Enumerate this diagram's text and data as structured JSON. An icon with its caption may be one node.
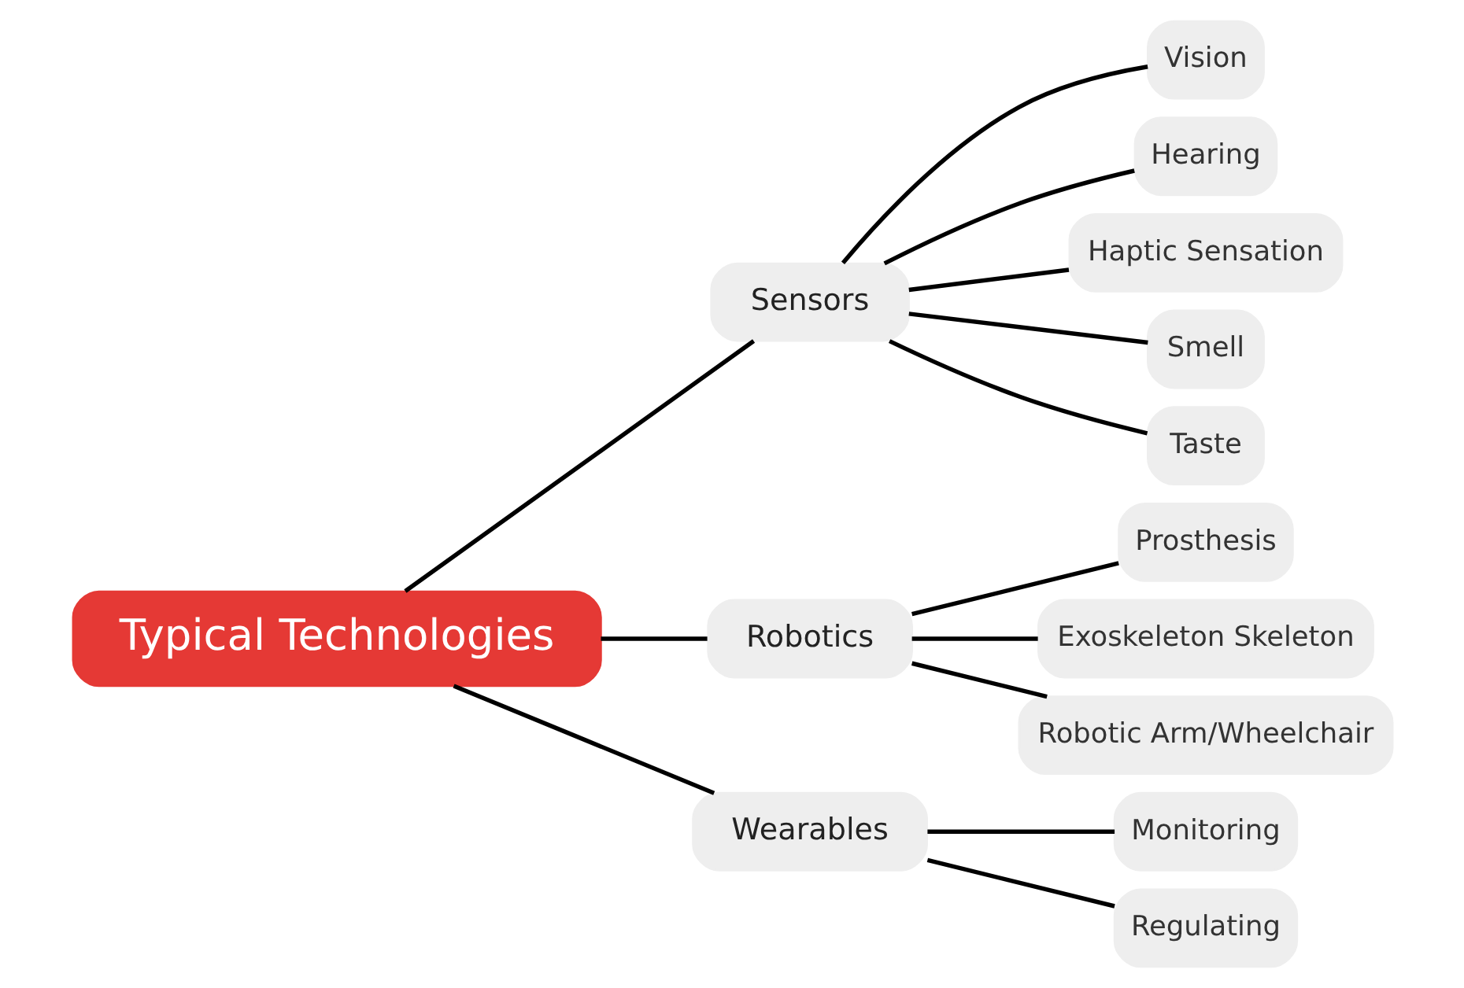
{
  "diagram": {
    "nodes": [
      {
        "text": [
          "Typical Technologies"
        ]
      },
      {
        "text": [
          "Sensors"
        ]
      },
      {
        "text": [
          "Vision"
        ]
      },
      {
        "text": [
          "Hearing"
        ]
      },
      {
        "text": [
          "Haptic Sensation"
        ]
      },
      {
        "text": [
          "Smell"
        ]
      },
      {
        "text": [
          "Taste"
        ]
      },
      {
        "text": [
          "Robotics"
        ]
      },
      {
        "text": [
          "Prosthesis"
        ]
      },
      {
        "text": [
          "Exoskeleton Skeleton"
        ]
      },
      {
        "text": [
          "Robotic Arm/Wheelchair"
        ]
      },
      {
        "text": [
          "Wearables"
        ]
      },
      {
        "text": [
          "Monitoring"
        ]
      },
      {
        "text": [
          "Regulating"
        ]
      }
    ],
    "edges": [
      {
        "from": 0,
        "to": 1,
        "arrow": "none"
      },
      {
        "from": 1,
        "to": 2,
        "arrow": "none"
      },
      {
        "from": 1,
        "to": 3,
        "arrow": "none"
      },
      {
        "from": 1,
        "to": 4,
        "arrow": "none"
      },
      {
        "from": 1,
        "to": 5,
        "arrow": "none"
      },
      {
        "from": 1,
        "to": 6,
        "arrow": "none"
      },
      {
        "from": 0,
        "to": 7,
        "arrow": "none"
      },
      {
        "from": 7,
        "to": 8,
        "arrow": "none"
      },
      {
        "from": 7,
        "to": 9,
        "arrow": "none"
      },
      {
        "from": 7,
        "to": 10,
        "arrow": "none"
      },
      {
        "from": 0,
        "to": 11,
        "arrow": "none"
      },
      {
        "from": 11,
        "to": 12,
        "arrow": "none"
      },
      {
        "from": 11,
        "to": 13,
        "arrow": "none"
      }
    ]
  }
}
